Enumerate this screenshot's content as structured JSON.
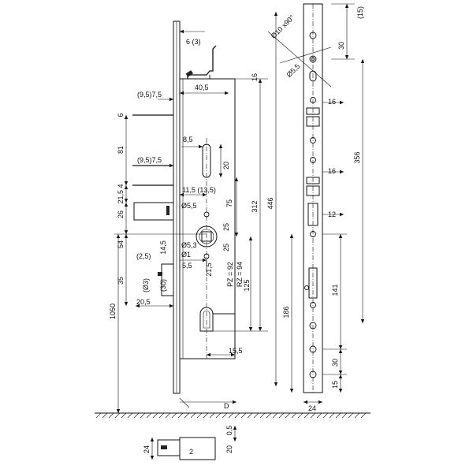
{
  "diagram": {
    "labels": {
      "top_15": "(15)",
      "d6_3": "6 (3)",
      "d16_top": "16",
      "d40_5": "40,5",
      "d9_5_7_5_a": "(9,5)7,5",
      "d6": "6",
      "d8_5": "8,5",
      "d81": "81",
      "d20": "20",
      "d9_5_7_5_b": "(9,5)7,5",
      "d21_5_4": "21,5 4",
      "d11_5": "11,5 (13,5)",
      "d26": "26",
      "d75": "75",
      "d5_5_a": "Ø5,5",
      "d312": "312",
      "d446": "446",
      "d25_a": "25",
      "d54": "54",
      "d2_5": "(2,5)",
      "d14_5": "14,5",
      "d5_3": "Ø5,3",
      "d25_b": "25",
      "d1": "Ø1",
      "d5_5_b": "5,5",
      "d21_5": "21,5",
      "pz": "PZ = 92",
      "rz": "RZ = 94",
      "d35": "35",
      "d3": "(Ø3)",
      "d30_mid": "(30)",
      "d125": "125",
      "d1050": "1050",
      "d20_5": "20,5",
      "d15_5": "15,5",
      "dD": "D",
      "d10x90": "Ø10 x90°",
      "d30_top": "30",
      "d5_5_c": "Ø5,5",
      "d16_r1": "16",
      "d356": "356",
      "d16_r2": "16",
      "d12": "12",
      "d141": "141",
      "d186": "186",
      "d30_bot": "30",
      "d15_bot": "15",
      "d24_r": "24",
      "d0_5": "0,5",
      "d24_b": "24",
      "d2": "2",
      "d20_b": "20"
    }
  }
}
